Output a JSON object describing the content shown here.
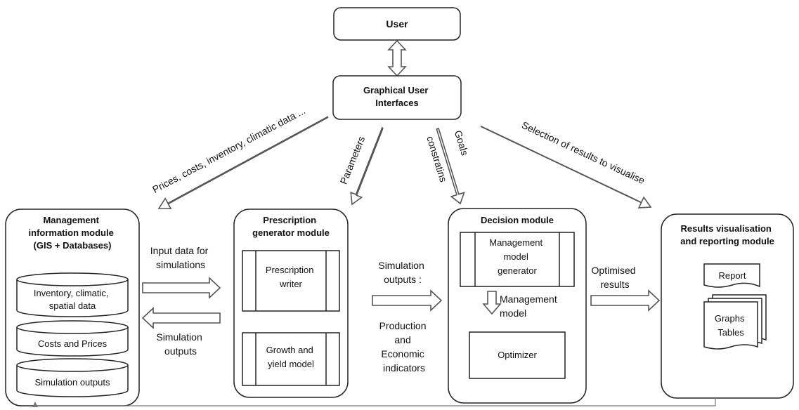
{
  "user": "User",
  "gui": [
    "Graphical User",
    "Interfaces"
  ],
  "arrow_labels": {
    "prices": "Prices, costs, inventory, climatic data ...",
    "parameters": "Parameters",
    "constraints": "constratins",
    "goals": "Goals",
    "selection": "Selection of results to visualise"
  },
  "management_info": {
    "title": [
      "Management",
      "information module",
      "(GIS + Databases)"
    ],
    "databases": [
      [
        "Inventory, climatic,",
        "spatial data"
      ],
      [
        "Costs and Prices"
      ],
      [
        "Simulation outputs"
      ]
    ]
  },
  "flow_labels": {
    "input_data": [
      "Input data for",
      "simulations"
    ],
    "simulation_outputs_back": [
      "Simulation",
      "outputs"
    ],
    "simulation_outputs": [
      "Simulation",
      "outputs :"
    ],
    "production_indicators": [
      "Production",
      "and",
      "Economic",
      "indicators"
    ],
    "optimised_results": [
      "Optimised",
      "results"
    ]
  },
  "prescription": {
    "title": [
      "Prescription",
      "generator module"
    ],
    "writer": [
      "Prescription",
      "writer"
    ],
    "growth": [
      "Growth and",
      "yield model"
    ]
  },
  "decision": {
    "title": "Decision module",
    "generator": [
      "Management",
      "model",
      "generator"
    ],
    "model_label": [
      "Management",
      "model"
    ],
    "optimizer": "Optimizer"
  },
  "results": {
    "title": [
      "Results visualisation",
      "and reporting module"
    ],
    "report": "Report",
    "graphs": [
      "Graphs",
      "Tables"
    ]
  }
}
